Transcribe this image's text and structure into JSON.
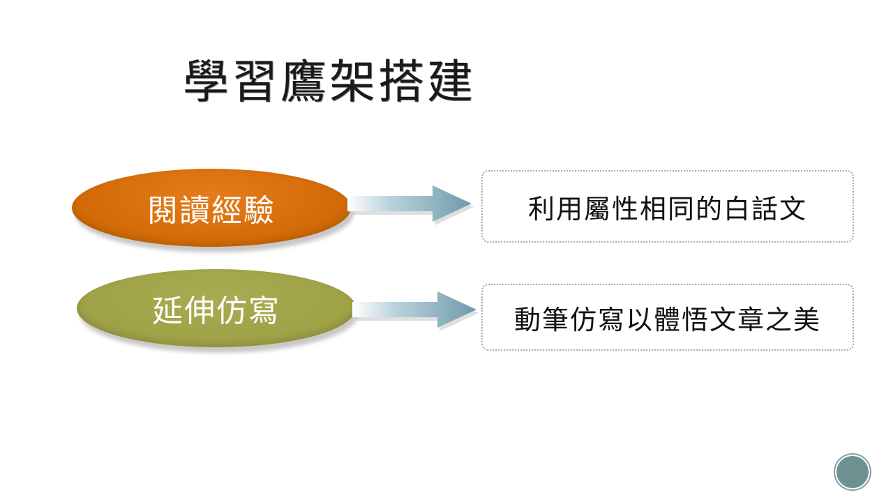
{
  "slide": {
    "title": "學習鷹架搭建",
    "rows": [
      {
        "label": "閱讀經驗",
        "description": "利用屬性相同的白話文",
        "color": "#d16a06"
      },
      {
        "label": "延伸仿寫",
        "description": "動筆仿寫以體悟文章之美",
        "color": "#9fa146"
      }
    ],
    "arrow_color": "#6f9aaa"
  }
}
